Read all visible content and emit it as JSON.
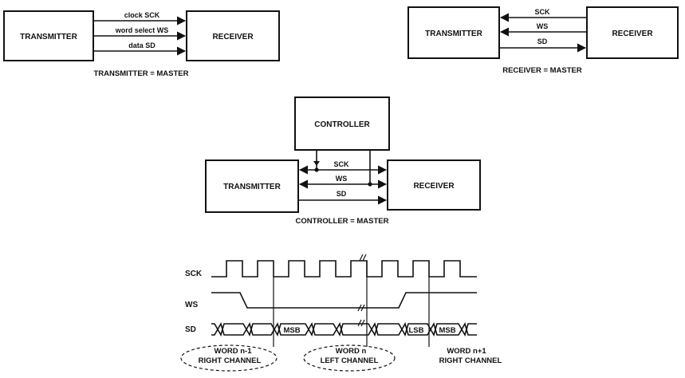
{
  "diagrams": {
    "transmitter_master": {
      "transmitter": "TRANSMITTER",
      "receiver": "RECEIVER",
      "signals": [
        "clock SCK",
        "word select WS",
        "data SD"
      ],
      "caption": "TRANSMITTER = MASTER"
    },
    "receiver_master": {
      "transmitter": "TRANSMITTER",
      "receiver": "RECEIVER",
      "signals": [
        "SCK",
        "WS",
        "SD"
      ],
      "caption": "RECEIVER = MASTER"
    },
    "controller_master": {
      "controller": "CONTROLLER",
      "transmitter": "TRANSMITTER",
      "receiver": "RECEIVER",
      "signals": [
        "SCK",
        "WS",
        "SD"
      ],
      "caption": "CONTROLLER = MASTER"
    }
  },
  "timing": {
    "signal_labels": [
      "SCK",
      "WS",
      "SD"
    ],
    "data_labels": [
      "MSB",
      "LSB",
      "MSB"
    ],
    "words": [
      {
        "word": "WORD n-1",
        "channel": "RIGHT CHANNEL"
      },
      {
        "word": "WORD n",
        "channel": "LEFT CHANNEL"
      },
      {
        "word": "WORD n+1",
        "channel": "RIGHT CHANNEL"
      }
    ]
  }
}
